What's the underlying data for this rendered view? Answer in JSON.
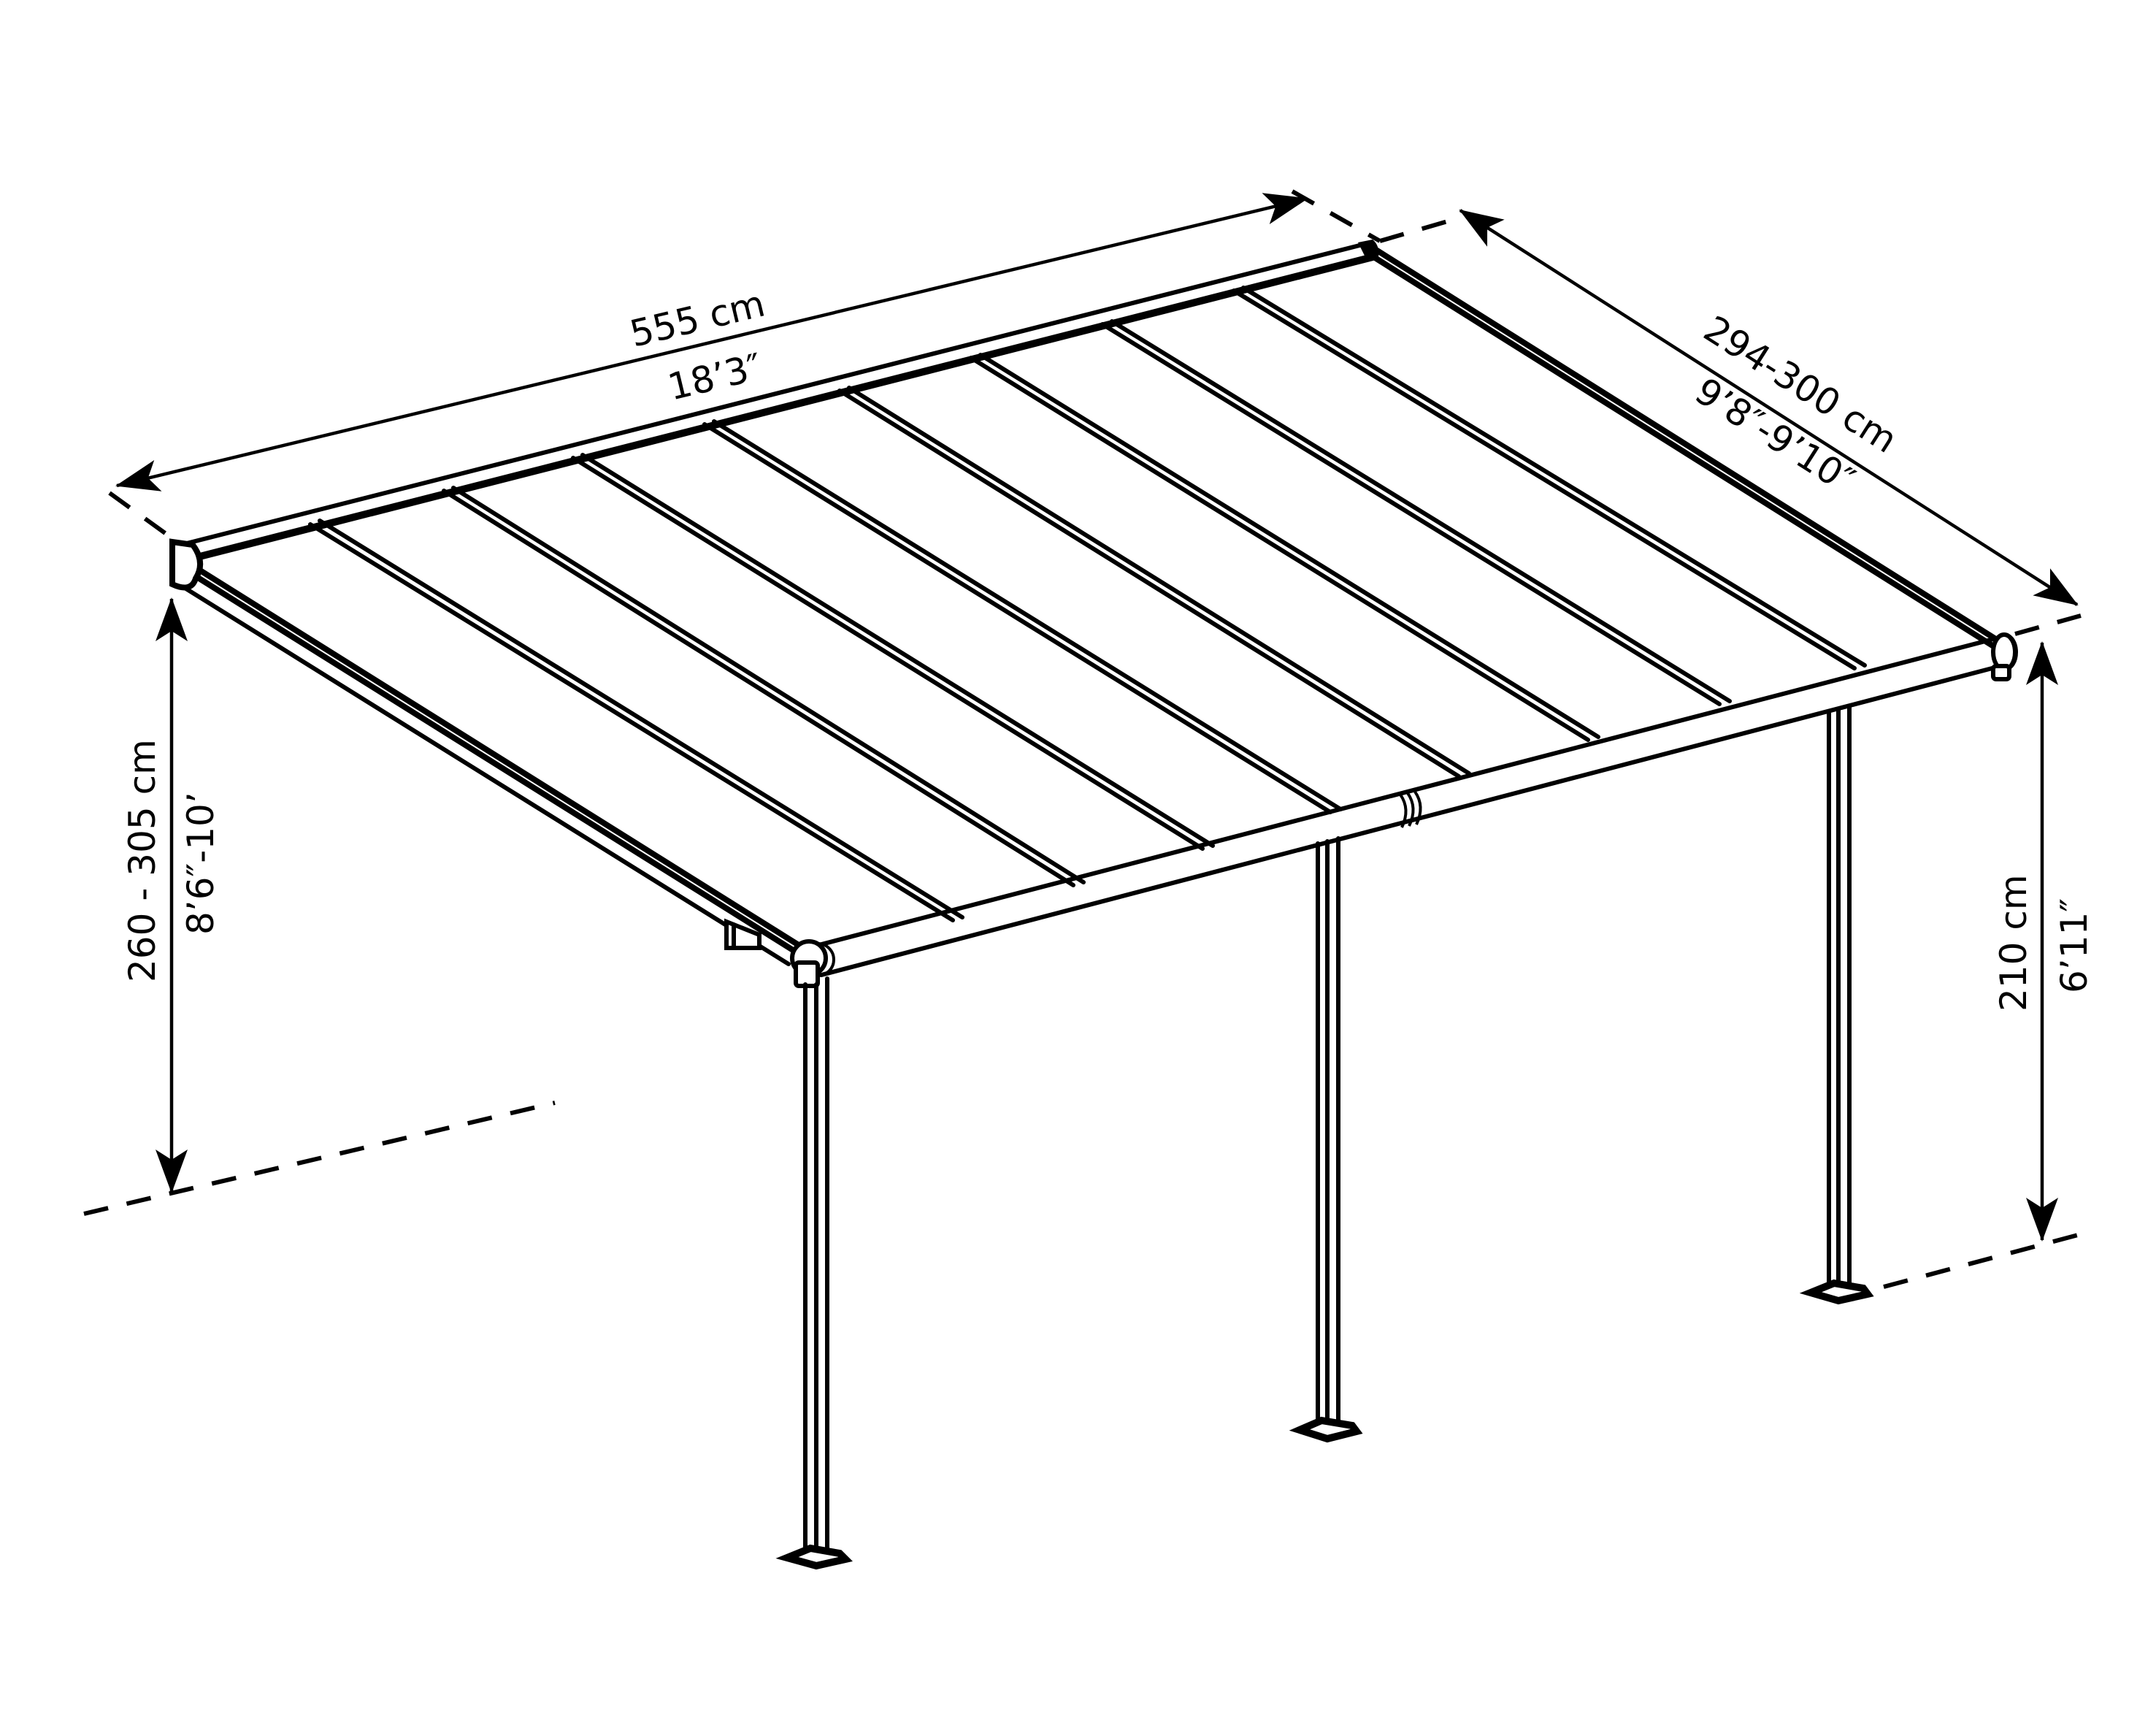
{
  "drawing": {
    "subject": "Patio cover / lean-to pergola with polycarbonate roof panels",
    "background": "#ffffff",
    "line_color": "#000000",
    "panel_count": 8,
    "post_count": 3
  },
  "dimensions": {
    "width": {
      "metric": "555 cm",
      "imperial": "18’3″"
    },
    "depth": {
      "metric": "294-300 cm",
      "imperial": "9’8″-9’10″"
    },
    "wall_height": {
      "metric": "260 - 305 cm",
      "imperial": "8’6″-10’"
    },
    "front_height": {
      "metric": "210 cm",
      "imperial": "6’11″"
    }
  }
}
